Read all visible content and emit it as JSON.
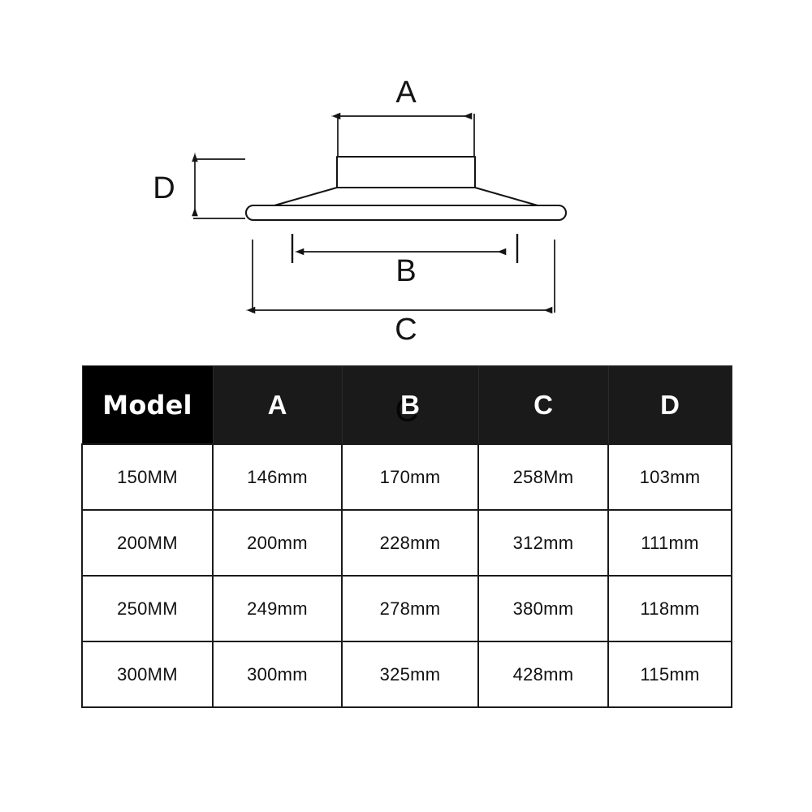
{
  "drawing": {
    "labels": {
      "a": "A",
      "b": "B",
      "c": "C",
      "d": "D"
    },
    "ink_color": "#141414",
    "product": "round ceiling air vent diffuser cross-section"
  },
  "table": {
    "header_bg": "#1a1a1a",
    "model_header_bg": "#000000",
    "header_text_color": "#ffffff",
    "body_text_color": "#111111",
    "border_color": "#1b1b1b",
    "ghost_letter": "C",
    "columns": [
      "Model",
      "A",
      "B",
      "C",
      "D"
    ],
    "rows": [
      {
        "model": "150MM",
        "a": "146mm",
        "b": "170mm",
        "c": "258Mm",
        "d": "103mm"
      },
      {
        "model": "200MM",
        "a": "200mm",
        "b": "228mm",
        "c": "312mm",
        "d": "111mm"
      },
      {
        "model": "250MM",
        "a": "249mm",
        "b": "278mm",
        "c": "380mm",
        "d": "118mm"
      },
      {
        "model": "300MM",
        "a": "300mm",
        "b": "325mm",
        "c": "428mm",
        "d": "115mm"
      }
    ]
  }
}
